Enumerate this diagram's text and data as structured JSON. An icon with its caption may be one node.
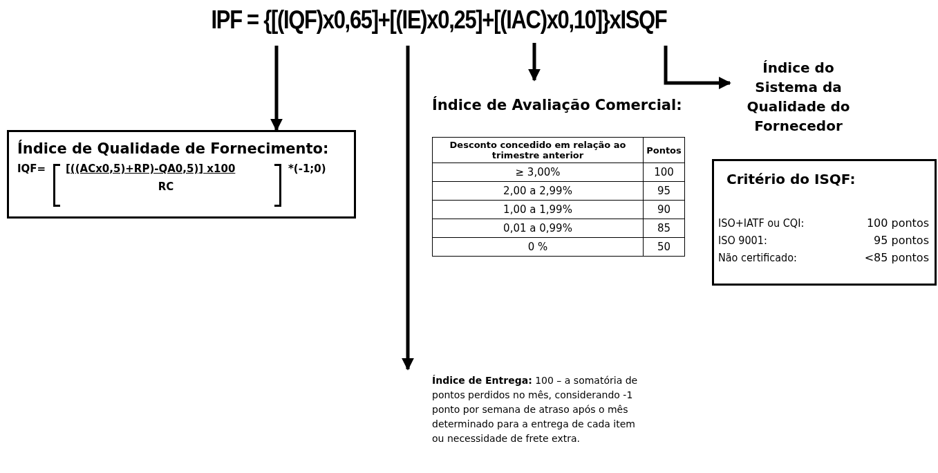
{
  "diagram": {
    "nodes": [
      {
        "text": [
          "IPF = {[(IQF)x0,65]+[(IE)x0,25]+[(IAC)x0,10]}xISQF"
        ]
      },
      {
        "text": [
          "Índice de Qualidade de Fornecimento:",
          "IQF=",
          "[((ACx0,5)+RP)-QA0,5)] x100",
          "RC",
          "*(-1;0)"
        ]
      },
      {
        "text": [
          "Índice de Avaliação Comercial:"
        ]
      },
      {
        "text": [
          "Índice do Sistema da Qualidade do Fornecedor"
        ]
      },
      {
        "text": [
          "Critério do ISQF:",
          "ISO+IATF ou CQI:",
          "100 pontos",
          "ISO 9001:",
          "95 pontos",
          "Não certificado:",
          "<85 pontos"
        ]
      },
      {
        "text": [
          "**Índice de Entrega:** 100 – a somatória de pontos perdidos no mês, considerando -1 ponto por semana de atraso após o mês determinado para a entrega de cada item ou necessidade de frete extra."
        ]
      }
    ],
    "edges": [
      {
        "from": 0,
        "to": 1,
        "arrow": "to"
      },
      {
        "from": 0,
        "to": 5,
        "arrow": "to"
      },
      {
        "from": 0,
        "to": 2,
        "arrow": "to"
      },
      {
        "from": 0,
        "to": 3,
        "arrow": "to"
      }
    ],
    "labels": [
      "Desconto concedido em relação ao trimestre anterior",
      "Pontos",
      "≥ 3,00%",
      "100",
      "2,00 a 2,99%",
      "95",
      "1,00 a 1,99%",
      "90",
      "0,01 a 0,99%",
      "85",
      "0 %",
      "50"
    ]
  }
}
